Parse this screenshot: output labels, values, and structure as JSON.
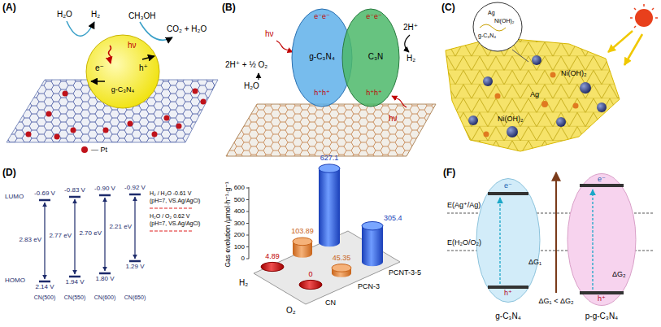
{
  "diagram": {
    "nodes": [
      {
        "text": [
          "hν",
          "e⁻",
          "h⁺",
          "g-C₃N₄"
        ]
      },
      {
        "text": [
          "e⁻e⁻",
          "g-C₃N₄",
          "h⁺h⁺"
        ]
      },
      {
        "text": [
          "e⁻e⁻",
          "C₃N",
          "h⁺h⁺"
        ]
      },
      {
        "text": [
          "e⁻",
          "h⁺"
        ]
      },
      {
        "text": [
          "e⁻",
          "h⁺"
        ]
      }
    ],
    "labels": [
      "(A)",
      "H₂O",
      "H₂",
      "CH₃OH",
      "CO₂ + H₂O",
      "(B)",
      "hν",
      "hν",
      "2H⁺",
      "H₂",
      "2H⁺ + ½ O₂",
      "H₂O",
      "(C)",
      "g-C₃N₄",
      "Ag",
      "Ni(OH)₂",
      "Ni(OH)₂",
      "Ag",
      "Ni(OH)₂",
      "(D)",
      "LUMO",
      "HOMO",
      "-0.69 V",
      "-0.83 V",
      "-0.90 V",
      "-0.92 V",
      "2.83 eV",
      "2.77 eV",
      "2.70 eV",
      "2.21 eV",
      "2.14 V",
      "1.94 V",
      "1.80 V",
      "1.29 V",
      "H₂ / H₂O -0.61 V",
      "(pH=7, VS.Ag/AgCl)",
      "H₂O / O₂ 0.62 V",
      "(pH=7, VS.Ag/AgCl)",
      "CN(500)",
      "CN(550)",
      "CN(600)",
      "CN(650)",
      "Gas evolution /μmol·h⁻¹·g⁻¹",
      "0",
      "100",
      "200",
      "300",
      "400",
      "500",
      "600",
      "627.1",
      "305.4",
      "103.89",
      "45.35",
      "4.89",
      "0",
      "H₂",
      "O₂",
      "CN",
      "PCN-3",
      "PCNT-3-5",
      "(F)",
      "E(Ag⁺/Ag)",
      "E(H₂O/O₂)",
      "ΔG₁",
      "ΔG₂",
      "ΔG₁ < ΔG₂",
      "g-C₃N₄",
      "p-g-C₃N₄"
    ],
    "legend": [
      {
        "text": "— Pt"
      }
    ]
  }
}
